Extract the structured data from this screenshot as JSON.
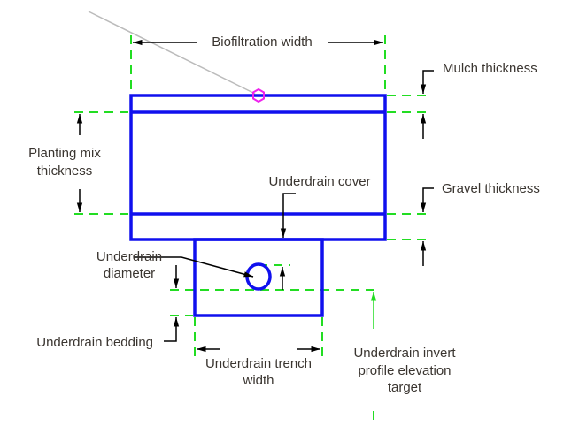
{
  "colors": {
    "structure": "#1010ee",
    "dimension_lines": "#22dd22",
    "arrows": "#000000",
    "marker": "#ee22ee",
    "leader_gray": "#bbbbbb"
  },
  "labels": {
    "biofiltration_width": "Biofiltration width",
    "mulch_thickness": "Mulch thickness",
    "planting_mix_1": "Planting mix",
    "planting_mix_2": "thickness",
    "underdrain_cover": "Underdrain cover",
    "gravel_thickness": "Gravel thickness",
    "underdrain_diameter_1": "Underdrain",
    "underdrain_diameter_2": "diameter",
    "underdrain_bedding": "Underdrain bedding",
    "trench_width_1": "Underdrain trench",
    "trench_width_2": "width",
    "invert_1": "Underdrain invert",
    "invert_2": "profile elevation",
    "invert_3": "target"
  }
}
